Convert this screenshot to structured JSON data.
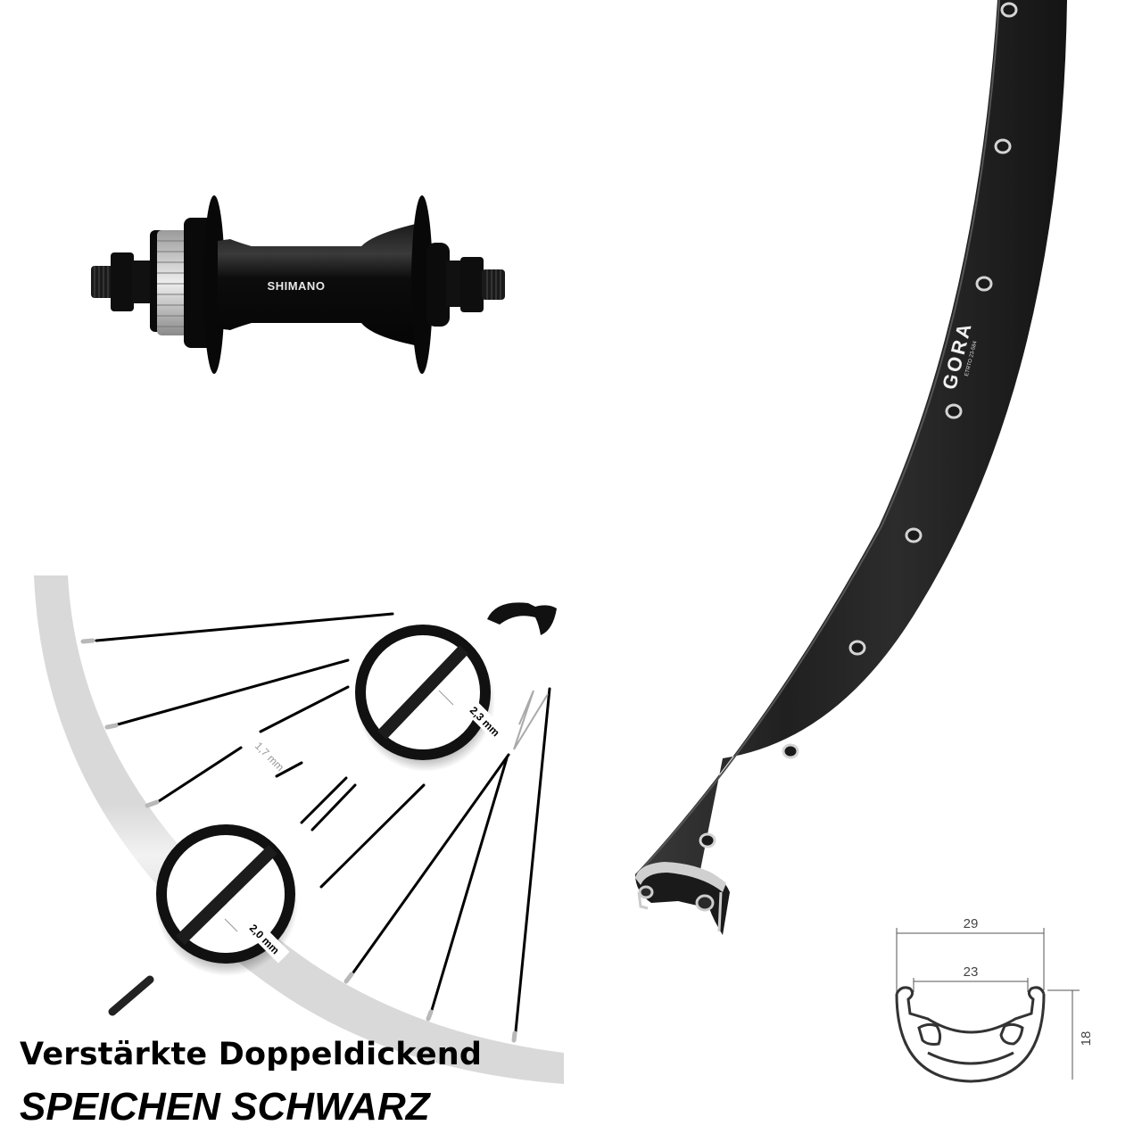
{
  "hub": {
    "brand_label": "SHIMANO",
    "body_color": "#0a0a0a",
    "rotor_lockring_color": "#c8c8c8"
  },
  "rim": {
    "brand_label": "GORA",
    "model_small_label": "ETRTO 23-584",
    "color": "#1c1c1c",
    "eyelet_color": "#d4d4d4"
  },
  "rim_profile": {
    "outer_width": "29",
    "inner_width": "23",
    "height": "18"
  },
  "spoke_diagram": {
    "spoke_thickness_upper": "2,3 mm",
    "spoke_thickness_middle": "1,7 mm",
    "spoke_thickness_lower": "2,0 mm",
    "rim_arc_color": "#d9d9d9"
  },
  "caption": {
    "line1": "Verstärkte Doppeldickend",
    "line2": "SPEICHEN SCHWARZ"
  }
}
